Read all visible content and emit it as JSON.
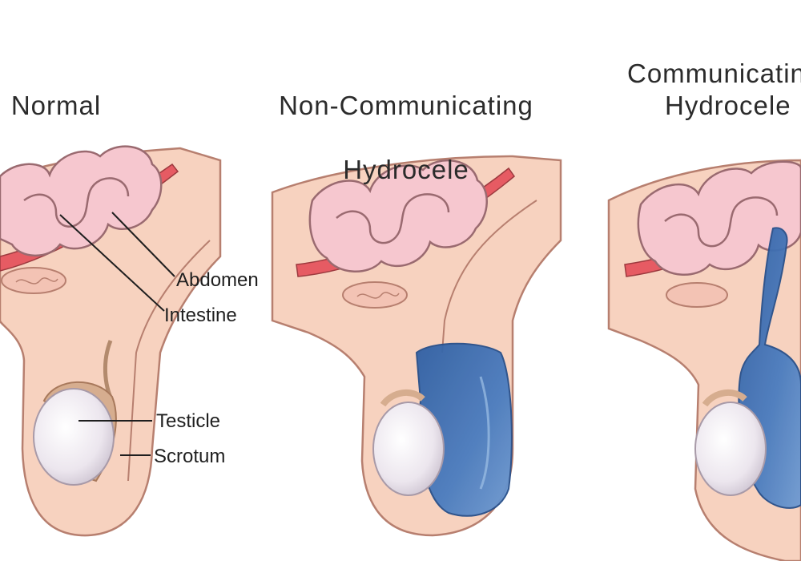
{
  "panels": [
    {
      "title_line1": "Normal",
      "title_line2": ""
    },
    {
      "title_line1": "Non-Communicating",
      "title_line2": "Hydrocele"
    },
    {
      "title_line1": "Communicating",
      "title_line2": "Hydrocele"
    }
  ],
  "labels": {
    "abdomen": "Abdomen",
    "intestine": "Intestine",
    "testicle": "Testicle",
    "scrotum": "Scrotum"
  },
  "colors": {
    "skin": "#f7d2bf",
    "skin_outline": "#b77f6f",
    "intestine": "#f6c7cf",
    "abdominal_wall": "#e65b63",
    "fluid": "#3f72b4",
    "testicle": "#f2eff2",
    "epididymis": "#d6ad8f"
  }
}
